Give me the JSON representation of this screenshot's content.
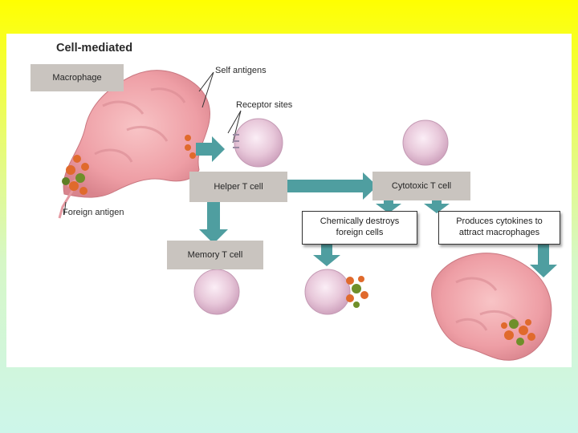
{
  "diagram": {
    "title": "Cell-mediated",
    "labels": {
      "macrophage": "Macrophage",
      "self_antigens": "Self antigens",
      "receptor_sites": "Receptor sites",
      "foreign_antigen": "Foreign antigen",
      "helper_t_cell": "Helper T cell",
      "cytotoxic_t_cell": "Cytotoxic T cell",
      "memory_t_cell": "Memory T cell",
      "destroys_line1": "Chemically destroys",
      "destroys_line2": "foreign cells",
      "cytokines_line1": "Produces cytokines to",
      "cytokines_line2": "attract macrophages"
    }
  },
  "colors": {
    "slide_top": "#ffff00",
    "slide_bottom": "#cdf6ea",
    "arrow": "#4f9ea0",
    "macrophage": "#f2a7ad",
    "lymphocyte": "#e6c4d8",
    "antigen": "#e06a2c",
    "label_box": "#c9c4bf"
  }
}
